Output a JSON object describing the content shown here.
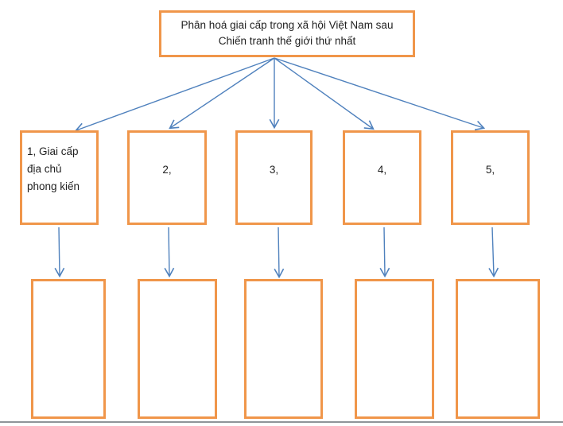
{
  "diagram": {
    "root": {
      "label": "Phân hoá giai cấp trong xã hội Việt Nam sau Chiến tranh thế giới thứ nhất"
    },
    "branches": [
      {
        "label": "1, Giai cấp địa chủ phong kiến"
      },
      {
        "label": "2,"
      },
      {
        "label": "3,"
      },
      {
        "label": "4,"
      },
      {
        "label": "5,"
      }
    ],
    "details": [
      {
        "label": ""
      },
      {
        "label": ""
      },
      {
        "label": ""
      },
      {
        "label": ""
      },
      {
        "label": ""
      }
    ],
    "colors": {
      "box_border": "#F0964A",
      "arrow": "#4F81BD",
      "bottom_rule": "#8F9599",
      "text": "#1F1F1F",
      "background": "#FFFFFF"
    }
  }
}
